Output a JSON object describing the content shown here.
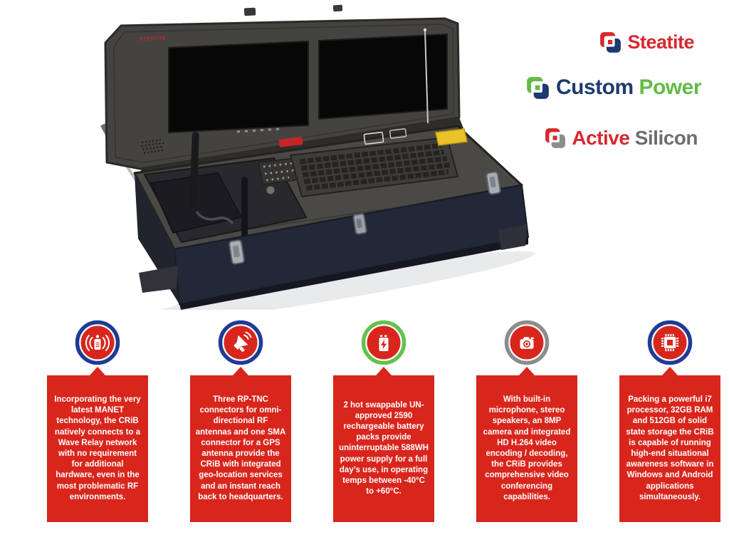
{
  "page": {
    "background_color": "#ffffff"
  },
  "colors": {
    "feature_box_red": "#d8261d",
    "feature_disc_red": "#d8261d",
    "navy_ring": "#1e3c96",
    "green_ring": "#64c24e",
    "gray_ring": "#8c8c8e"
  },
  "product_photo": {
    "description": "Ruggedised deployable CRiB transit case shown open: two widescreen displays in the lid, keyboard and control deck in the base, antenna compartment on the left, latches and feet on the front",
    "lid_label": "STEATITE",
    "lid_label_color": "#c0272e",
    "case_color": "#45433f",
    "front_face_color": "#232838",
    "screen_color": "#070707",
    "warning_label_color": "#e8c227",
    "red_switch_color": "#c4242a"
  },
  "logos": [
    {
      "name": "Steatite",
      "icon": "steatite-logo-icon",
      "mark_color": "#d7282f",
      "mark_dark_color": "#1d3a6e",
      "parts": [
        {
          "text": "Steatite",
          "color": "#d7282f"
        }
      ]
    },
    {
      "name": "Custom Power",
      "icon": "custom-power-logo-icon",
      "mark_color": "#62bb46",
      "mark_dark_color": "#1d3a6e",
      "parts": [
        {
          "text": "Custom ",
          "color": "#1d3a6e"
        },
        {
          "text": "Power",
          "color": "#62bb46"
        }
      ]
    },
    {
      "name": "Active Silicon",
      "icon": "active-silicon-logo-icon",
      "mark_color": "#d7282f",
      "mark_dark_color": "#8b8d90",
      "parts": [
        {
          "text": "Active ",
          "color": "#d7282f"
        },
        {
          "text": "Silicon",
          "color": "#6d6e71"
        }
      ]
    }
  ],
  "features": [
    {
      "icon": "manet-radio-icon",
      "ring_color": "#1e3c96",
      "text": "Incorporating the very latest MANET technology, the CRiB natively connects to a Wave Relay network with no requirement for additional hardware, even in the most problematic RF environments."
    },
    {
      "icon": "rf-antenna-icon",
      "ring_color": "#1e3c96",
      "text": "Three RP-TNC connectors for omni-directional RF antennas and one SMA connector for a GPS antenna provide the CRiB with integrated geo-location services and an instant reach back to headquarters."
    },
    {
      "icon": "battery-icon",
      "ring_color": "#64c24e",
      "text": "2 hot swappable UN-approved 2590 rechargeable battery packs provide uninterruptable 588WH power supply for a full day’s use, in operating temps between -40°C to +60°C."
    },
    {
      "icon": "camera-icon",
      "ring_color": "#8c8c8e",
      "text": "With built-in microphone, stereo speakers, an 8MP camera and integrated HD H.264 video encoding / decoding, the CRiB provides comprehensive video conferencing capabilities."
    },
    {
      "icon": "cpu-chip-icon",
      "ring_color": "#1e3c96",
      "text": "Packing a powerful i7 processor, 32GB RAM and 512GB of solid state storage the CRiB is capable of running high-end situational awareness software in Windows and Android applications simultaneously."
    }
  ]
}
